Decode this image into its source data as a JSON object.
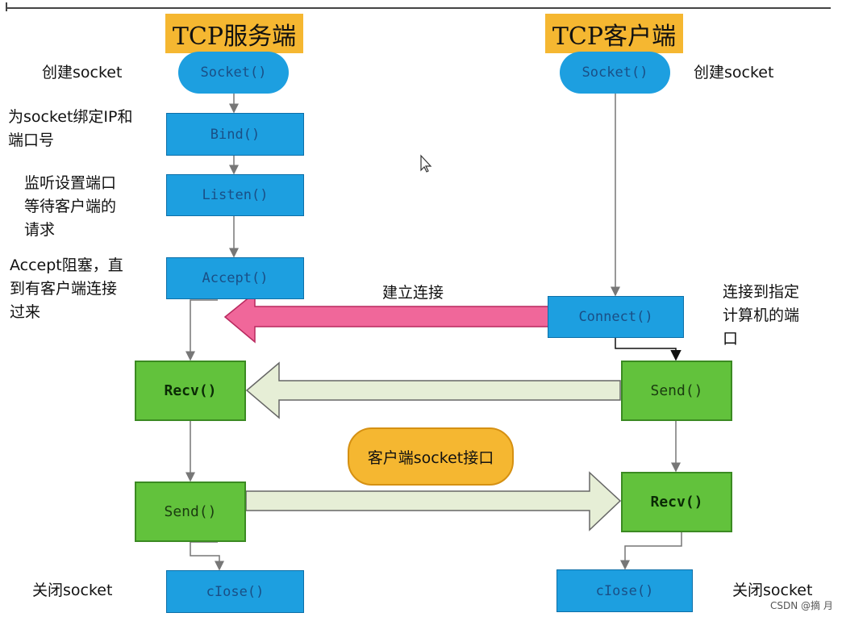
{
  "server": {
    "title": "TCP服务端",
    "socket": "Socket()",
    "bind": "Bind()",
    "listen": "Listen()",
    "accept": "Accept()",
    "recv": "Recv()",
    "send": "Send()",
    "close": "cIose()"
  },
  "client": {
    "title": "TCP客户端",
    "socket": "Socket()",
    "connect": "Connect()",
    "send": "Send()",
    "recv": "Recv()",
    "close": "cIose()"
  },
  "notes": {
    "server_create": "创建socket",
    "bind_line1": "为socket绑定IP和",
    "bind_line2": "端口号",
    "listen_line1": "监听设置端口",
    "listen_line2": "等待客户端的",
    "listen_line3": "请求",
    "accept_line1": "Accept阻塞，直",
    "accept_line2": "到有客户端连接",
    "accept_line3": "过来",
    "client_create": "创建socket",
    "connect_line1": "连接到指定",
    "connect_line2": "计算机的端",
    "connect_line3": "口",
    "establish": "建立连接",
    "client_iface": "客户端socket接口",
    "server_close": "关闭socket",
    "client_close": "关闭socket"
  },
  "credit": "CSDN @摘 月",
  "colors": {
    "title_bg": "#f5b731",
    "blue_node": "#1d9fe0",
    "green_node": "#62c23c",
    "pink_arrow": "#f0679a",
    "pale_arrow": "#e6eed6"
  }
}
